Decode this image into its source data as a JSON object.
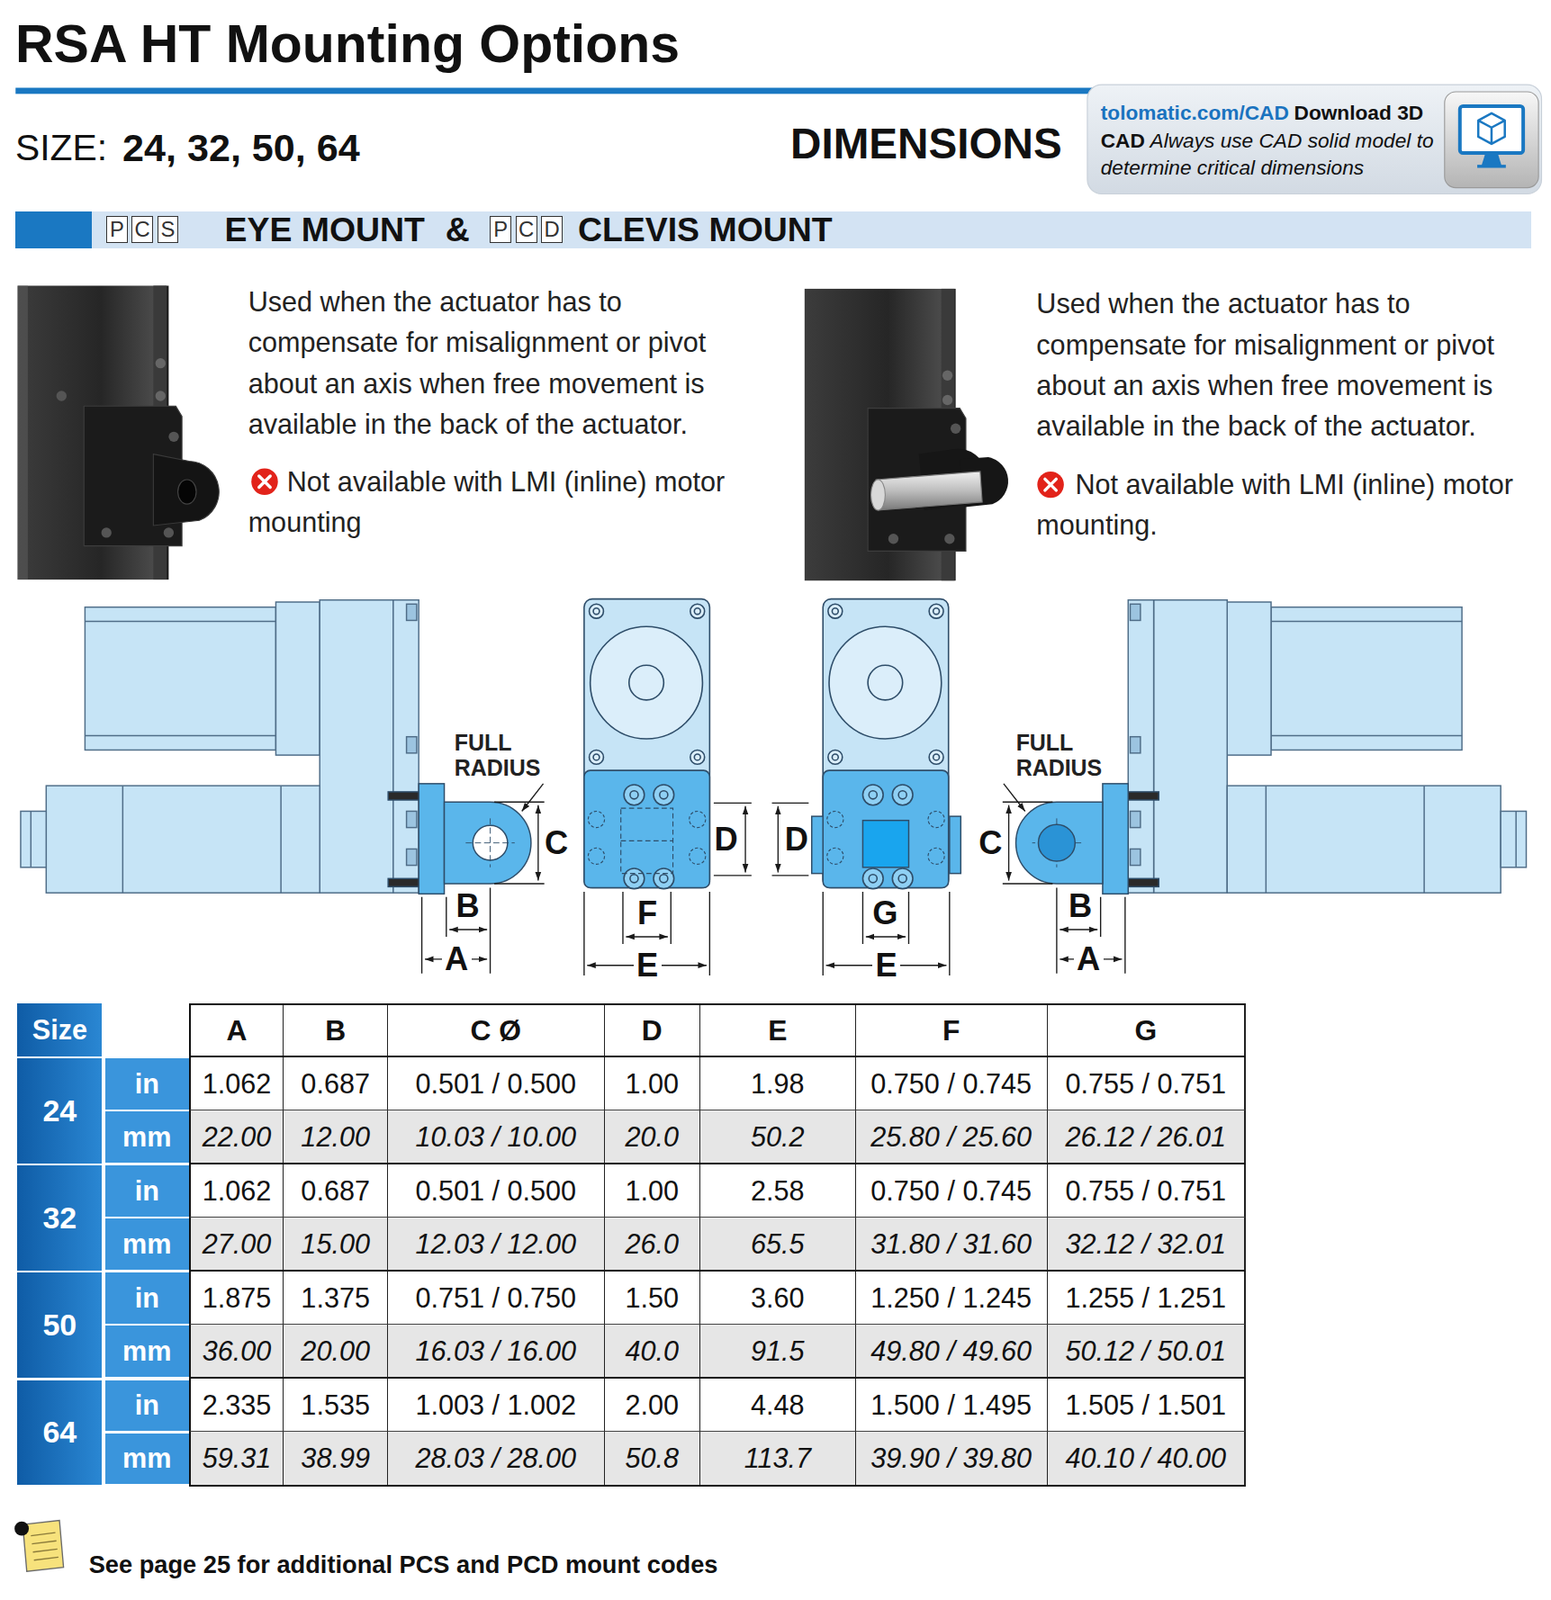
{
  "diagram": {
    "title": "RSA HT Mounting Options",
    "nodes": [
      {
        "text": [
          "tolomatic.com/CAD",
          "Download 3D CAD",
          "Always use CAD solid model to determine critical dimensions"
        ]
      },
      {
        "text": [
          "EYE MOUNT",
          "&",
          "CLEVIS MOUNT"
        ]
      },
      {
        "text": [
          "P"
        ],
        "in": 1
      },
      {
        "text": [
          "C"
        ],
        "in": 1
      },
      {
        "text": [
          "S"
        ],
        "in": 1
      },
      {
        "text": [
          "P"
        ],
        "in": 1
      },
      {
        "text": [
          "C"
        ],
        "in": 1
      },
      {
        "text": [
          "D"
        ],
        "in": 1
      }
    ],
    "labels": [
      "SIZE:",
      "24, 32, 50, 64",
      "DIMENSIONS",
      "Used when the actuator has to compensate for misalignment or pivot about an axis when free movement is available in the back of the actuator.",
      "Not available with LMI (inline) motor mounting",
      "Used when the actuator has to compensate for misalignment or pivot about an axis when free movement is available in the back of the actuator.",
      "Not available with LMI (inline) motor mounting.",
      "FULL RADIUS",
      "C",
      "B",
      "A",
      "D",
      "F",
      "E",
      "D",
      "G",
      "E",
      "FULL RADIUS",
      "C",
      "B",
      "A",
      "Size",
      "A",
      "B",
      "C Ø",
      "D",
      "E",
      "F",
      "G",
      "24",
      "in",
      "1.062",
      "0.687",
      "0.501 / 0.500",
      "1.00",
      "1.98",
      "0.750 / 0.745",
      "0.755 / 0.751",
      "mm",
      "22.00",
      "12.00",
      "10.03 / 10.00",
      "20.0",
      "50.2",
      "25.80 / 25.60",
      "26.12 / 26.01",
      "32",
      "in",
      "1.062",
      "0.687",
      "0.501 / 0.500",
      "1.00",
      "2.58",
      "0.750 / 0.745",
      "0.755 / 0.751",
      "mm",
      "27.00",
      "15.00",
      "12.03 / 12.00",
      "26.0",
      "65.5",
      "31.80 / 31.60",
      "32.12 / 32.01",
      "50",
      "in",
      "1.875",
      "1.375",
      "0.751 / 0.750",
      "1.50",
      "3.60",
      "1.250 / 1.245",
      "1.255 / 1.251",
      "mm",
      "36.00",
      "20.00",
      "16.03 / 16.00",
      "40.0",
      "91.5",
      "49.80 / 49.60",
      "50.12 / 50.01",
      "64",
      "in",
      "2.335",
      "1.535",
      "1.003 / 1.002",
      "2.00",
      "4.48",
      "1.500 / 1.495",
      "1.505 / 1.501",
      "mm",
      "59.31",
      "38.99",
      "28.03 / 28.00",
      "50.8",
      "113.7",
      "39.90 / 39.80",
      "40.10 / 40.00",
      "See page 25 for additional PCS and PCD mount codes"
    ]
  }
}
